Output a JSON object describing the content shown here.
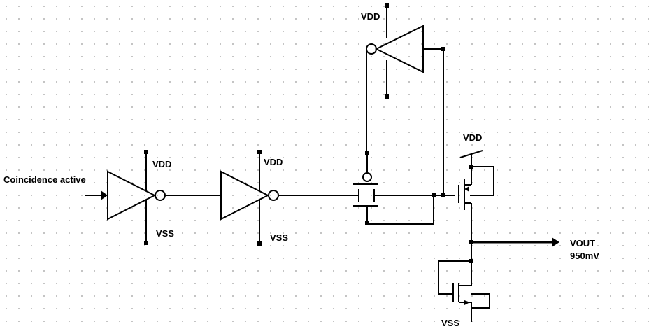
{
  "labels": {
    "input": "Coincidence active",
    "vdd": "VDD",
    "vss": "VSS",
    "vout": "VOUT",
    "vout_value": "950mV"
  }
}
